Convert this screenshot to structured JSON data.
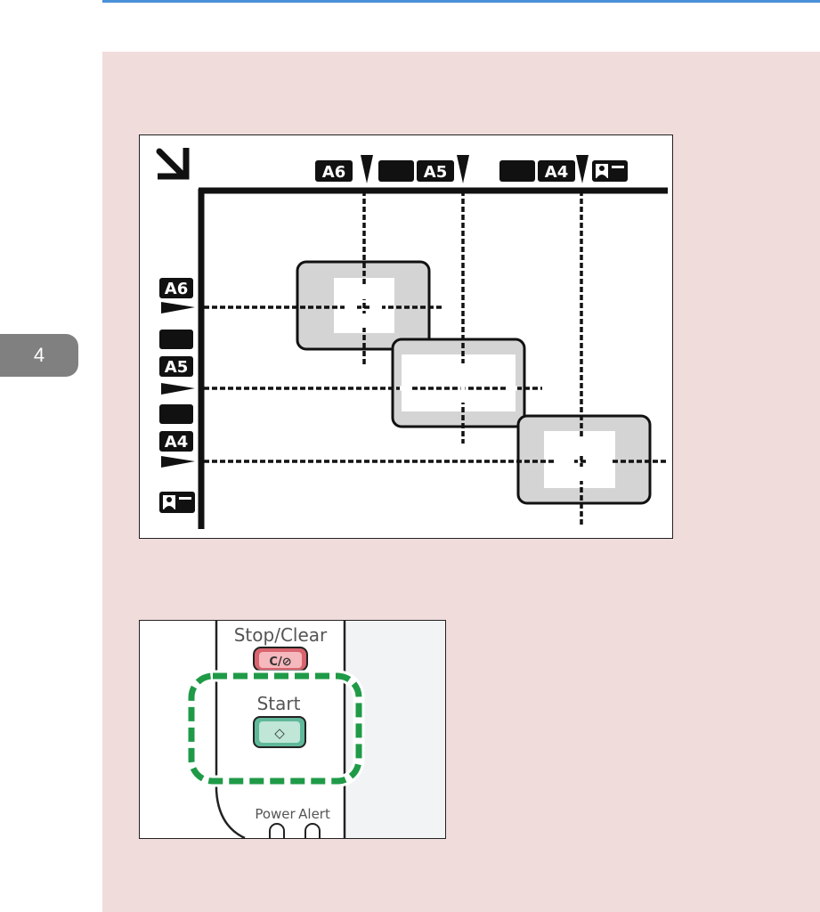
{
  "chapter": {
    "number": "4"
  },
  "figure1": {
    "labels": {
      "a6": "A6",
      "a5": "A5",
      "a4": "A4"
    },
    "icons": [
      "diagonal-arrow-icon",
      "id-card-icon",
      "page-marker-icon"
    ]
  },
  "figure2": {
    "stop_label": "Stop/Clear",
    "stop_key": "C/⊘",
    "start_label": "Start",
    "start_key": "◇",
    "power_label": "Power",
    "alert_label": "Alert",
    "colors": {
      "start_key": "#5fb89a",
      "stop_key": "#d9646e",
      "highlight": "#1f9a47"
    }
  }
}
